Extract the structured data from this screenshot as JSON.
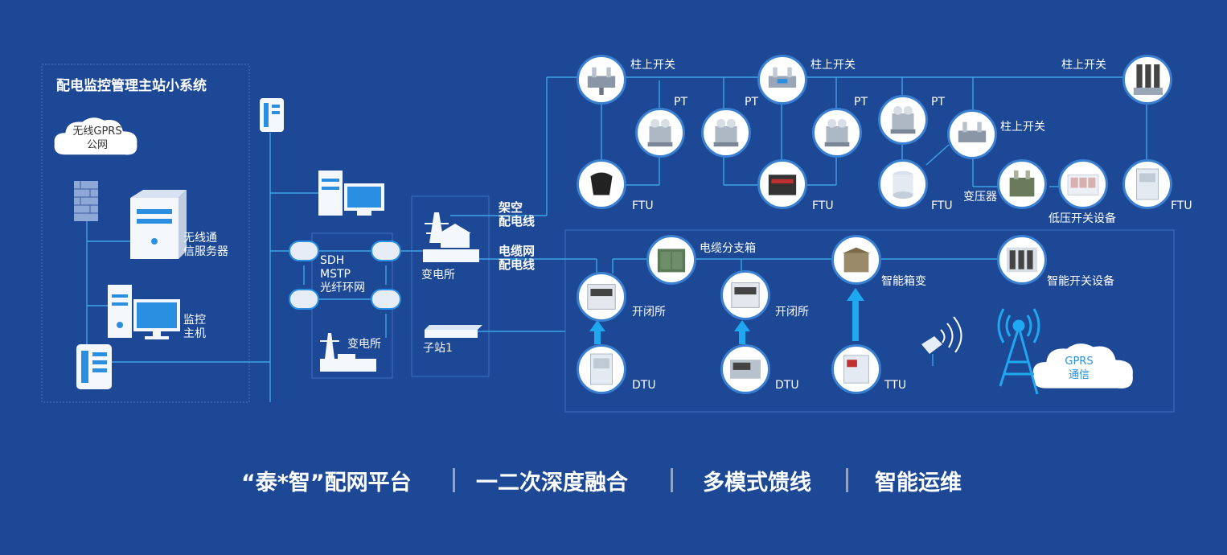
{
  "colors": {
    "background": "#1d4895",
    "line": "#3fa3e6",
    "node_border": "#3a7fd0",
    "arrow": "#1fa7f0"
  },
  "left_panel": {
    "title": "配电监控管理主站小系统",
    "cloud_line1": "无线GPRS",
    "cloud_line2": "公网",
    "server_line1": "无线通",
    "server_line2": "信服务器",
    "host_line1": "监控",
    "host_line2": "主机"
  },
  "ring": {
    "line1": "SDH",
    "line2": "MSTP",
    "line3": "光纤环网",
    "substation_small": "变电所"
  },
  "center": {
    "substation": "变电所",
    "substation1": "子站1",
    "overhead_line1": "架空",
    "overhead_line2": "配电线",
    "cable_line1": "电缆网",
    "cable_line2": "配电线"
  },
  "top_row": {
    "pole_switch_1": "柱上开关",
    "pole_switch_2": "柱上开关",
    "pole_switch_3": "柱上开关",
    "pole_switch_4": "柱上开关",
    "pt_1": "PT",
    "pt_2": "PT",
    "pt_3": "PT",
    "pt_4": "PT",
    "ftu_1": "FTU",
    "ftu_2": "FTU",
    "ftu_3": "FTU",
    "ftu_4": "FTU",
    "transformer": "变压器",
    "lv_switchgear": "低压开关设备"
  },
  "bottom_row": {
    "cable_branch_box": "电缆分支箱",
    "switch_station_1": "开闭所",
    "switch_station_2": "开闭所",
    "smart_box_transformer": "智能箱变",
    "smart_switchgear": "智能开关设备",
    "dtu_1": "DTU",
    "dtu_2": "DTU",
    "ttu": "TTU",
    "gprs_line1": "GPRS",
    "gprs_line2": "通信"
  },
  "tagline": [
    "“泰*智”配网平台",
    "一二次深度融合",
    "多模式馈线",
    "智能运维"
  ],
  "icons": [
    "cloud-icon",
    "firewall-icon",
    "server-icon",
    "computer-icon",
    "communication-terminal-icon",
    "fiber-node-icon",
    "substation-icon",
    "sub-station-device-icon",
    "pole-switch-icon",
    "pt-icon",
    "ftu-icon",
    "transformer-icon",
    "switchgear-icon",
    "switch-station-icon",
    "dtu-icon",
    "cable-branch-box-icon",
    "box-transformer-icon",
    "ttu-icon",
    "wireless-module-icon",
    "signal-tower-icon"
  ]
}
